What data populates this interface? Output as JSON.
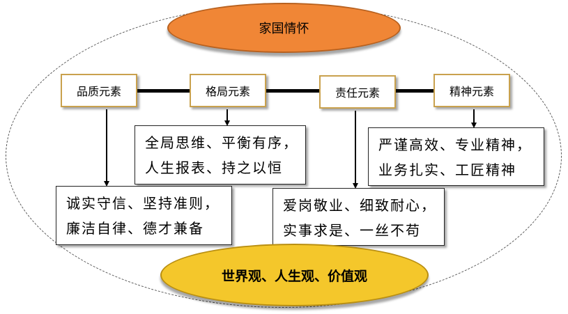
{
  "top_label": "家国情怀",
  "bottom_label": "世界观、人生观、价值观",
  "elements": [
    {
      "label": "品质元素"
    },
    {
      "label": "格局元素"
    },
    {
      "label": "责任元素"
    },
    {
      "label": "精神元素"
    }
  ],
  "descriptions": {
    "quality": [
      "诚实守信、坚持准则，",
      "廉洁自律、德才兼备"
    ],
    "pattern": [
      "全局思维、平衡有序，",
      "人生报表、持之以恒"
    ],
    "responsibility": [
      "爱岗敬业、细致耐心，",
      "实事求是、一丝不苟"
    ],
    "spirit": [
      "严谨高效、专业精神，",
      "业务扎实、工匠精神"
    ]
  }
}
